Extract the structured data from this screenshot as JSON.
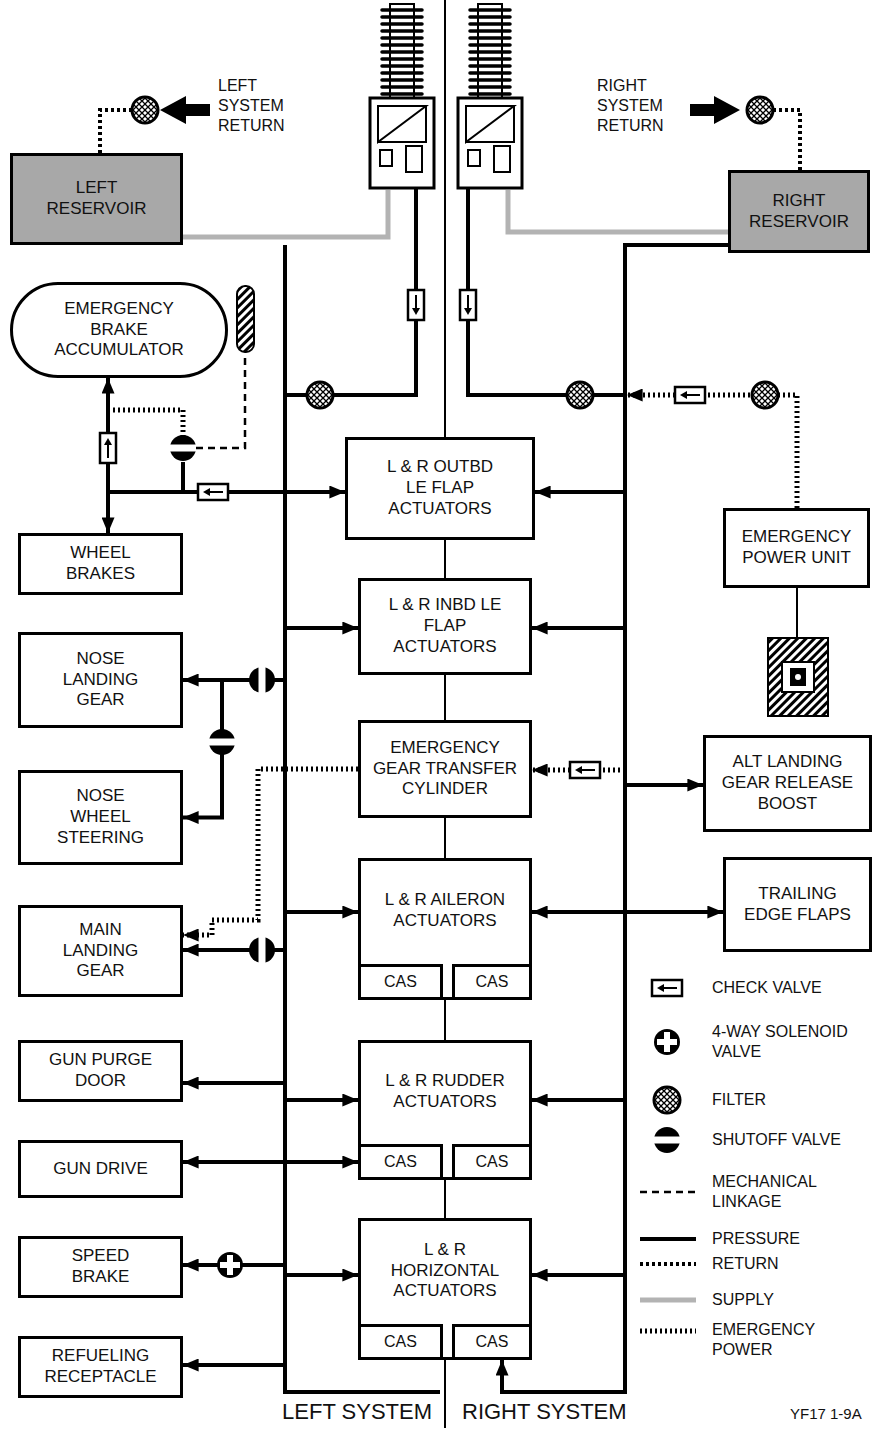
{
  "diagram": {
    "nodes": [
      {
        "text": [
          "LEFT RESERVOIR"
        ]
      },
      {
        "text": [
          "RIGHT RESERVOIR"
        ]
      },
      {
        "text": [
          "EMERGENCY BRAKE ACCUMULATOR"
        ]
      },
      {
        "text": [
          "WHEEL BRAKES"
        ]
      },
      {
        "text": [
          "L & R OUTBD LE FLAP ACTUATORS"
        ]
      },
      {
        "text": [
          "EMERGENCY POWER UNIT"
        ]
      },
      {
        "text": [
          "L & R INBD LE FLAP ACTUATORS"
        ]
      },
      {
        "text": [
          "NOSE LANDING GEAR"
        ]
      },
      {
        "text": [
          "EMERGENCY GEAR TRANSFER CYLINDER"
        ]
      },
      {
        "text": [
          "ALT LANDING GEAR RELEASE BOOST"
        ]
      },
      {
        "text": [
          "NOSE WHEEL STEERING"
        ]
      },
      {
        "text": [
          "MAIN LANDING GEAR"
        ]
      },
      {
        "text": [
          "L & R AILERON ACTUATORS"
        ]
      },
      {
        "text": [
          "CAS"
        ],
        "in": 12
      },
      {
        "text": [
          "CAS"
        ],
        "in": 12
      },
      {
        "text": [
          "TRAILING EDGE FLAPS"
        ]
      },
      {
        "text": [
          "GUN PURGE DOOR"
        ]
      },
      {
        "text": [
          "L & R RUDDER ACTUATORS"
        ]
      },
      {
        "text": [
          "CAS"
        ],
        "in": 17
      },
      {
        "text": [
          "CAS"
        ],
        "in": 17
      },
      {
        "text": [
          "GUN DRIVE"
        ]
      },
      {
        "text": [
          "SPEED BRAKE"
        ]
      },
      {
        "text": [
          "L & R HORIZONTAL ACTUATORS"
        ]
      },
      {
        "text": [
          "CAS"
        ],
        "in": 22
      },
      {
        "text": [
          "CAS"
        ],
        "in": 22
      },
      {
        "text": [
          "REFUELING RECEPTACLE"
        ]
      }
    ],
    "edges": [
      {
        "from": 2,
        "to": 3,
        "arrow": "both"
      },
      {
        "from": 7,
        "to": 10,
        "arrow": "both"
      },
      {
        "from": 8,
        "to": 11,
        "arrow": "to"
      },
      {
        "from": 12,
        "to": 15,
        "arrow": "both"
      },
      {
        "from": 20,
        "to": 18,
        "arrow": "both"
      }
    ],
    "labels": [
      "LEFT SYSTEM RETURN",
      "RIGHT SYSTEM RETURN",
      "LEFT SYSTEM",
      "RIGHT SYSTEM",
      "YF17 1-9A"
    ],
    "legend": [
      {
        "text": "CHECK VALVE"
      },
      {
        "text": "4-WAY SOLENOID VALVE"
      },
      {
        "text": "FILTER"
      },
      {
        "text": "SHUTOFF VALVE"
      },
      {
        "text": "MECHANICAL LINKAGE"
      },
      {
        "text": "PRESSURE"
      },
      {
        "text": "RETURN"
      },
      {
        "text": "SUPPLY"
      },
      {
        "text": "EMERGENCY POWER"
      }
    ]
  }
}
